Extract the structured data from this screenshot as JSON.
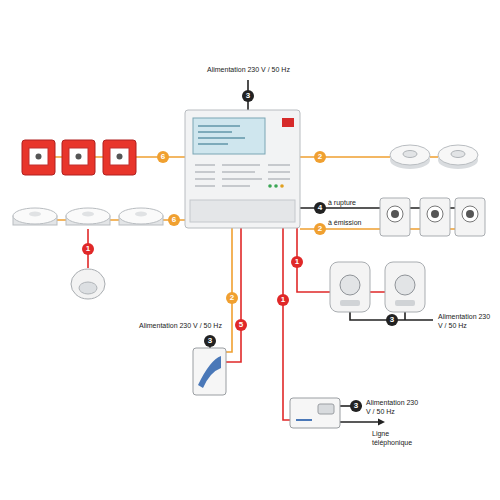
{
  "diagram": {
    "labels": [
      "Alimentation 230 V / 50 Hz",
      "3",
      "6",
      "2",
      "4",
      "à rupture",
      "2",
      "à émission",
      "6",
      "1",
      "1",
      "2",
      "5",
      "1",
      "Alimentation 230 V / 50 Hz",
      "3",
      "3",
      "Alimentation 230 V / 50 Hz",
      "3",
      "Alimentation 230 V / 50 Hz",
      "Ligne téléphonique"
    ]
  }
}
